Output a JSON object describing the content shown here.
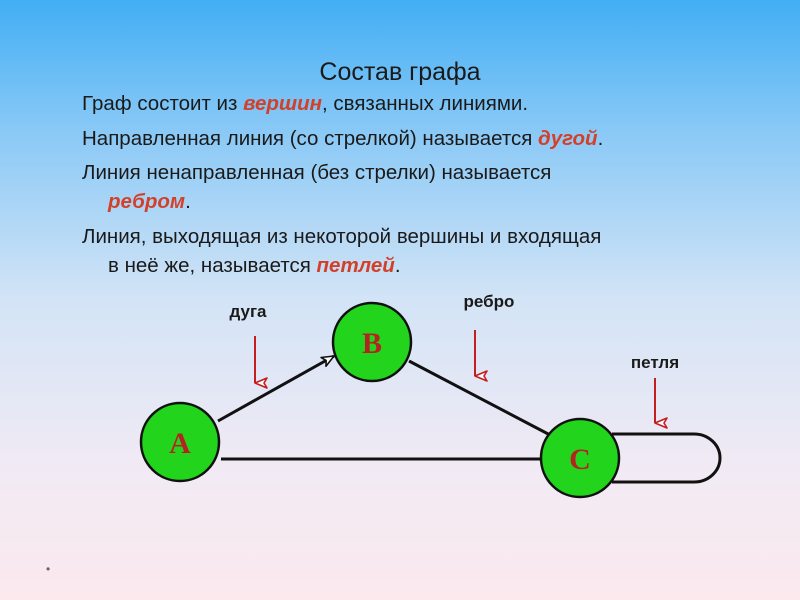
{
  "slide": {
    "title": "Состав графа",
    "paragraphs": [
      {
        "before": "Граф состоит из ",
        "highlight": "вершин",
        "after": ", связанных линиями."
      },
      {
        "before": "Направленная линия (со стрелкой) называется ",
        "highlight": "дугой",
        "after": "."
      },
      {
        "before": "Линия ненаправленная (без стрелки) называется",
        "cont_highlight": "ребром",
        "cont_after": "."
      },
      {
        "before": "Линия, выходящая из некоторой вершины и входящая",
        "cont_before": "в неё же, называется ",
        "cont_highlight": "петлей",
        "cont_after": "."
      }
    ]
  },
  "diagram": {
    "nodes": [
      {
        "id": "A",
        "label": "A"
      },
      {
        "id": "B",
        "label": "B"
      },
      {
        "id": "C",
        "label": "C"
      }
    ],
    "edges": [
      {
        "from": "A",
        "to": "B",
        "type": "arc"
      },
      {
        "from": "B",
        "to": "C",
        "type": "edge"
      },
      {
        "from": "A",
        "to": "C",
        "type": "edge"
      },
      {
        "from": "C",
        "to": "C",
        "type": "loop"
      }
    ],
    "callouts": {
      "arc": "дуга",
      "edge": "ребро",
      "loop": "петля"
    },
    "colors": {
      "node_fill": "#22d51c",
      "node_text": "#b52222",
      "highlight_text": "#d3402a",
      "pointer_arrow": "#c41e1e"
    }
  }
}
